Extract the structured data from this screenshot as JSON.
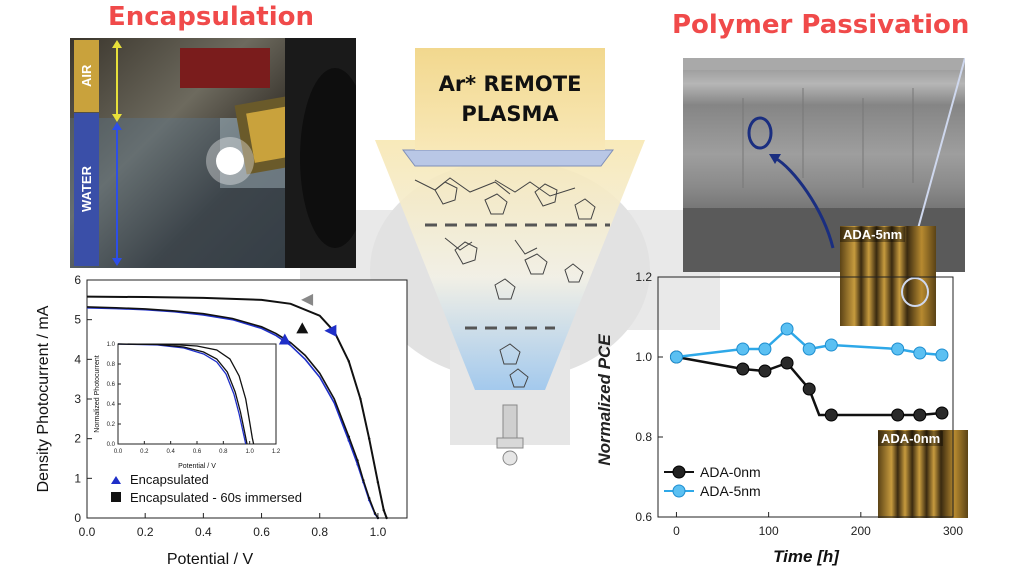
{
  "headings": {
    "left": "Encapsulation",
    "right": "Polymer Passivation"
  },
  "photo_left": {
    "air_label": "AIR",
    "water_label": "WATER"
  },
  "plasma": {
    "line1": "Ar* REMOTE",
    "line2": "PLASMA"
  },
  "photo_right": {
    "thumb_top": "ADA-5nm",
    "thumb_bottom": "ADA-0nm"
  },
  "colors": {
    "heading": "#f04a4a",
    "blue": "#1f2fc8",
    "cyan": "#2ea8e8",
    "black": "#111111"
  },
  "chart_data": [
    {
      "type": "line",
      "xlabel": "Potential / V",
      "ylabel": "Density Photocurrent / mA",
      "xlim": [
        0,
        1.1
      ],
      "ylim": [
        0,
        6
      ],
      "xticks": [
        "0.0",
        "0.2",
        "0.4",
        "0.6",
        "0.8",
        "1.0"
      ],
      "yticks": [
        "0",
        "1",
        "2",
        "3",
        "4",
        "5",
        "6"
      ],
      "legend_position": "bottom-left",
      "series": [
        {
          "name": "Encapsulated",
          "color": "#1f2fc8",
          "x": [
            0,
            0.1,
            0.2,
            0.3,
            0.4,
            0.5,
            0.6,
            0.65,
            0.7,
            0.75,
            0.8,
            0.85,
            0.9,
            0.93,
            0.95,
            0.97,
            0.99,
            1.0
          ],
          "y": [
            5.3,
            5.28,
            5.25,
            5.2,
            5.12,
            5.0,
            4.78,
            4.6,
            4.35,
            4.0,
            3.55,
            2.9,
            1.95,
            1.35,
            0.9,
            0.45,
            0.1,
            0
          ]
        },
        {
          "name": "Encapsulated - 60s immersed",
          "color": "#111111",
          "x": [
            0,
            0.1,
            0.2,
            0.3,
            0.4,
            0.5,
            0.6,
            0.65,
            0.7,
            0.75,
            0.8,
            0.85,
            0.9,
            0.93,
            0.95,
            0.97,
            0.99,
            1.0
          ],
          "y": [
            5.32,
            5.3,
            5.27,
            5.22,
            5.15,
            5.03,
            4.82,
            4.65,
            4.42,
            4.1,
            3.65,
            3.0,
            2.05,
            1.45,
            0.95,
            0.5,
            0.12,
            0
          ]
        },
        {
          "name": "",
          "color": "#111111",
          "x": [
            0,
            0.2,
            0.4,
            0.6,
            0.7,
            0.8,
            0.85,
            0.9,
            0.94,
            0.97,
            1.0,
            1.02,
            1.03
          ],
          "y": [
            5.58,
            5.57,
            5.55,
            5.5,
            5.4,
            5.1,
            4.7,
            3.95,
            3.0,
            2.0,
            0.9,
            0.2,
            0
          ]
        }
      ],
      "markers": [
        {
          "x": 0.68,
          "y": 4.5,
          "shape": "triangle-up",
          "color": "#1f2fc8"
        },
        {
          "x": 0.74,
          "y": 4.78,
          "shape": "triangle-up",
          "color": "#111111"
        },
        {
          "x": 0.84,
          "y": 4.72,
          "shape": "triangle-left",
          "color": "#1f2fc8"
        },
        {
          "x": 0.76,
          "y": 5.5,
          "shape": "triangle-left",
          "color": "#888888"
        }
      ]
    },
    {
      "type": "line",
      "xlabel": "Potential / V",
      "ylabel": "Normalized Photocurrent",
      "xlim": [
        0,
        1.2
      ],
      "ylim": [
        0,
        1.0
      ],
      "xticks": [
        "0.0",
        "0.2",
        "0.4",
        "0.6",
        "0.8",
        "1.0",
        "1.2"
      ],
      "yticks": [
        "0.0",
        "0.2",
        "0.4",
        "0.6",
        "0.8",
        "1.0"
      ],
      "series": [
        {
          "name": "",
          "color": "#1f2fc8",
          "x": [
            0,
            0.3,
            0.5,
            0.65,
            0.75,
            0.82,
            0.88,
            0.92,
            0.95,
            0.97
          ],
          "y": [
            1.0,
            0.99,
            0.96,
            0.9,
            0.82,
            0.7,
            0.5,
            0.3,
            0.12,
            0
          ]
        },
        {
          "name": "",
          "color": "#111111",
          "x": [
            0,
            0.3,
            0.5,
            0.65,
            0.75,
            0.83,
            0.89,
            0.93,
            0.96,
            0.98
          ],
          "y": [
            1.0,
            0.995,
            0.97,
            0.92,
            0.85,
            0.72,
            0.52,
            0.32,
            0.13,
            0
          ]
        },
        {
          "name": "",
          "color": "#111111",
          "x": [
            0,
            0.4,
            0.6,
            0.75,
            0.85,
            0.92,
            0.97,
            1.0,
            1.02,
            1.03
          ],
          "y": [
            1.0,
            0.995,
            0.98,
            0.94,
            0.85,
            0.68,
            0.45,
            0.22,
            0.06,
            0
          ]
        }
      ]
    },
    {
      "type": "line",
      "xlabel": "Time [h]",
      "ylabel": "Normalized PCE",
      "xlim": [
        -20,
        300
      ],
      "ylim": [
        0.6,
        1.2
      ],
      "xticks": [
        "0",
        "100",
        "200",
        "300"
      ],
      "yticks": [
        "0.6",
        "0.8",
        "1.0",
        "1.2"
      ],
      "legend_position": "bottom-left",
      "series": [
        {
          "name": "ADA-0nm",
          "color": "#111111",
          "x": [
            0,
            72,
            96,
            120,
            144,
            168,
            240,
            264,
            288
          ],
          "y": [
            1.0,
            0.97,
            0.965,
            0.985,
            0.92,
            0.855,
            0.855,
            0.855,
            0.86
          ]
        },
        {
          "name": "ADA-5nm",
          "color": "#2ea8e8",
          "x": [
            0,
            72,
            96,
            120,
            144,
            168,
            240,
            264,
            288
          ],
          "y": [
            1.0,
            1.02,
            1.02,
            1.07,
            1.02,
            1.03,
            1.02,
            1.01,
            1.005
          ]
        }
      ]
    }
  ]
}
